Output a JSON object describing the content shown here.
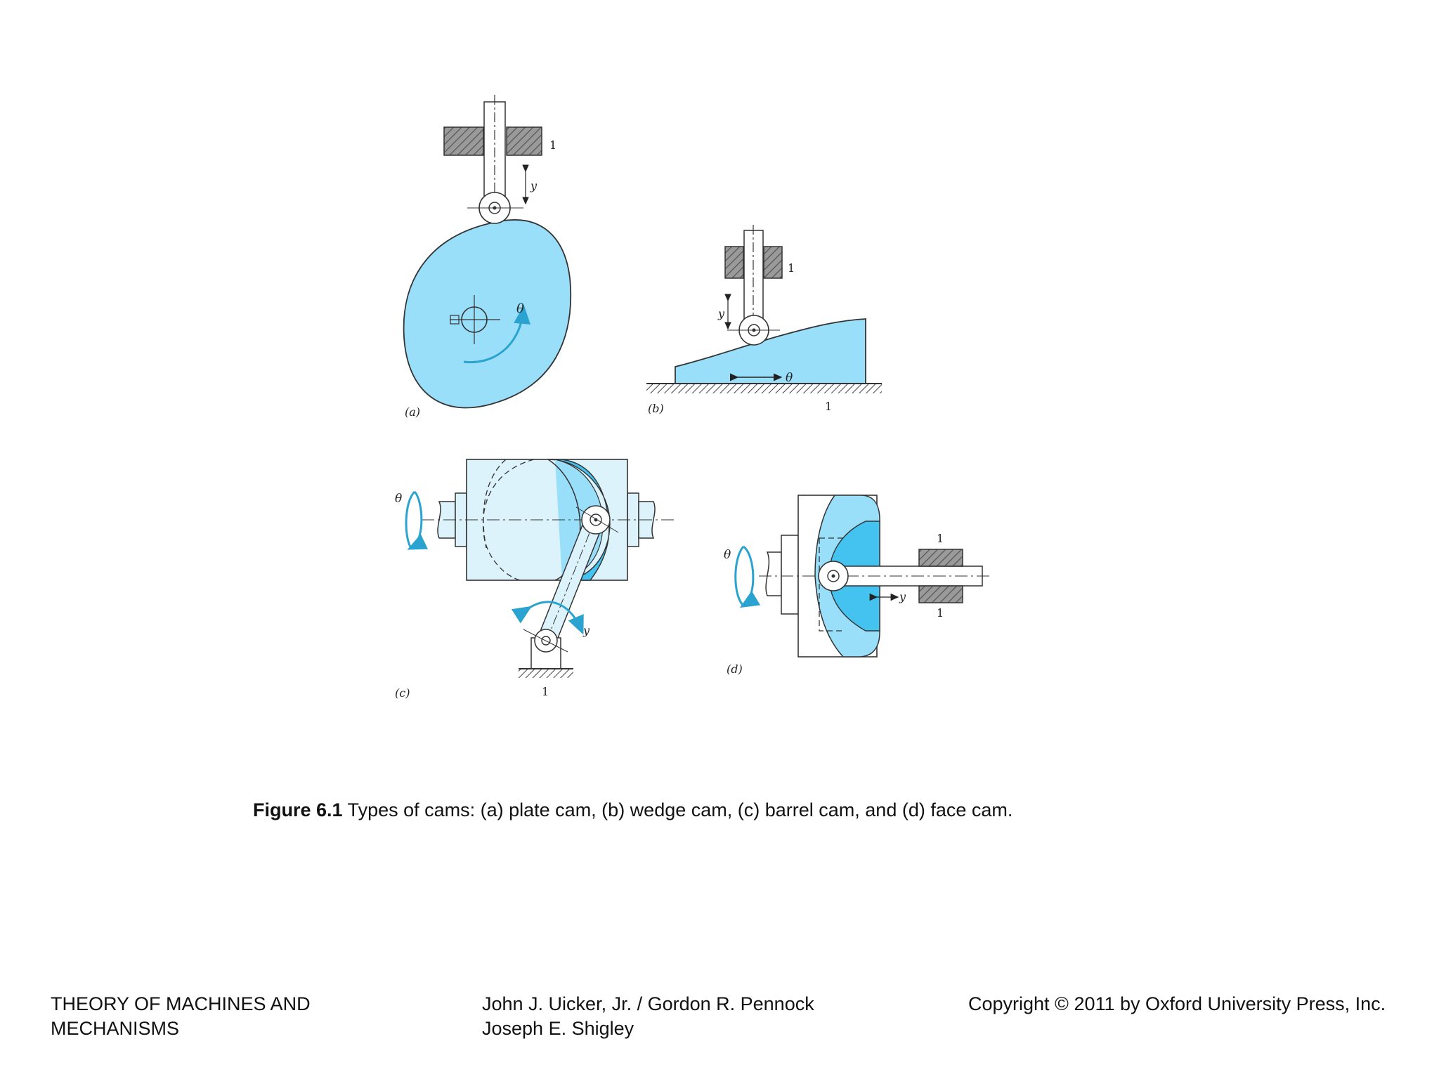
{
  "figure": {
    "panels": {
      "a": {
        "label": "(a)",
        "theta": "θ",
        "y": "y",
        "frame": "1"
      },
      "b": {
        "label": "(b)",
        "theta": "θ",
        "y": "y",
        "frame_top": "1",
        "frame_bottom": "1"
      },
      "c": {
        "label": "(c)",
        "theta": "θ",
        "y": "y",
        "frame": "1"
      },
      "d": {
        "label": "(d)",
        "theta": "θ",
        "y": "y",
        "frame_top": "1",
        "frame_bottom": "1"
      }
    },
    "colors": {
      "cam_light": "#9ADFFA",
      "cam_dark": "#45C3F0",
      "barrel_body": "#DDF3FC",
      "hatch": "#8C8C8C",
      "arrow_blue": "#2AA3D0"
    }
  },
  "caption": {
    "prefix": "Figure 6.1",
    "text": " Types of cams: (a) plate cam, (b) wedge cam, (c) barrel cam, and (d) face cam."
  },
  "footer": {
    "left_line1": "THEORY OF MACHINES AND",
    "left_line2": "MECHANISMS",
    "mid_line1": "John J. Uicker, Jr. / Gordon R. Pennock",
    "mid_line2": "Joseph E. Shigley",
    "right": "Copyright © 2011 by Oxford University Press, Inc."
  }
}
